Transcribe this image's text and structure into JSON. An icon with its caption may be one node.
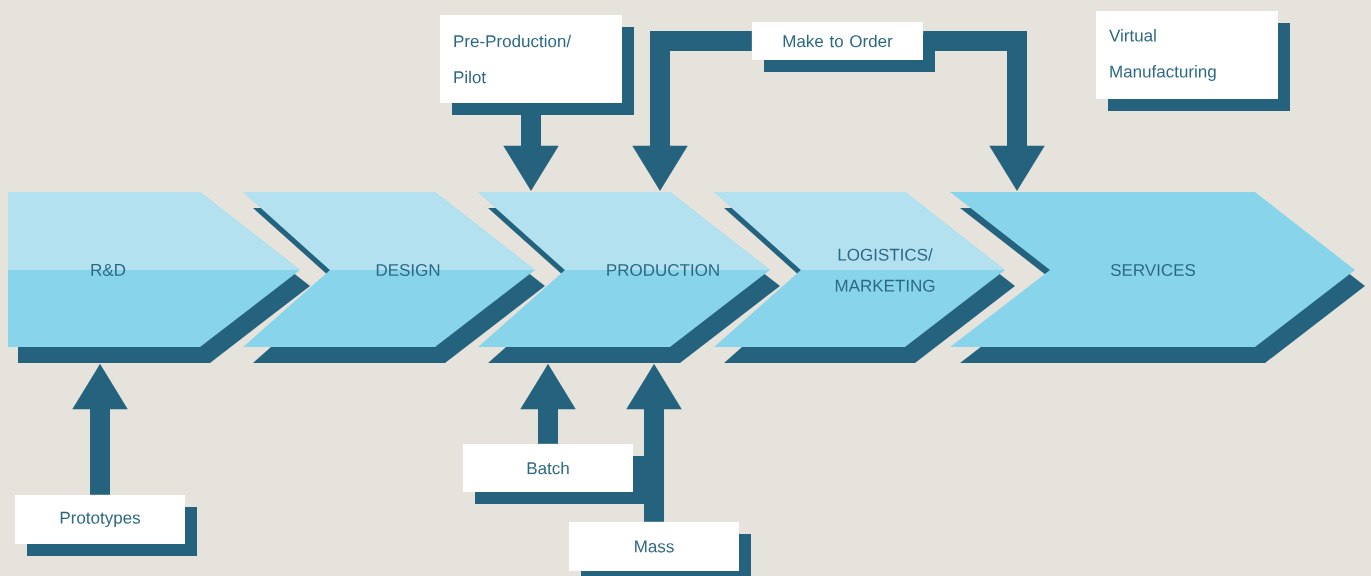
{
  "diagram": {
    "nodes": [
      {
        "text": [
          "R&D"
        ]
      },
      {
        "text": [
          "DESIGN"
        ]
      },
      {
        "text": [
          "PRODUCTION"
        ]
      },
      {
        "text": [
          "LOGISTICS/ MARKETING"
        ]
      },
      {
        "text": [
          "SERVICES"
        ]
      },
      {
        "text": [
          "Pre-Production/ Pilot"
        ]
      },
      {
        "text": [
          "Make to Order"
        ]
      },
      {
        "text": [
          "Virtual Manufacturing"
        ]
      },
      {
        "text": [
          "Prototypes"
        ]
      },
      {
        "text": [
          "Batch"
        ]
      },
      {
        "text": [
          "Mass"
        ]
      }
    ],
    "edges": [
      {
        "from": 5,
        "to": 2,
        "arrow": "to"
      },
      {
        "from": 6,
        "to": 2,
        "arrow": "to"
      },
      {
        "from": 6,
        "to": 4,
        "arrow": "to"
      },
      {
        "from": 8,
        "to": 0,
        "arrow": "to"
      },
      {
        "from": 9,
        "to": 2,
        "arrow": "to"
      },
      {
        "from": 10,
        "to": 2,
        "arrow": "to"
      }
    ]
  }
}
